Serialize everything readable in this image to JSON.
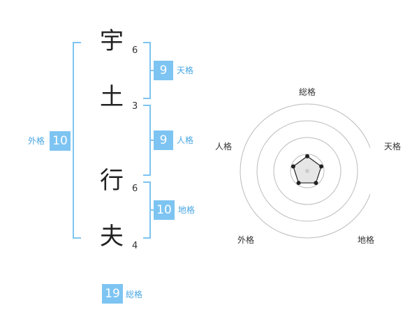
{
  "name": {
    "characters": [
      {
        "char": "宇",
        "strokes": "6"
      },
      {
        "char": "土",
        "strokes": "3"
      },
      {
        "char": "行",
        "strokes": "6"
      },
      {
        "char": "夫",
        "strokes": "4"
      }
    ]
  },
  "fortunes": {
    "tenkaku": {
      "value": "9",
      "label": "天格"
    },
    "jinkaku": {
      "value": "9",
      "label": "人格"
    },
    "chikaku": {
      "value": "10",
      "label": "地格"
    },
    "gaikaku": {
      "value": "10",
      "label": "外格"
    },
    "soukaku": {
      "value": "19",
      "label": "総格"
    }
  },
  "radar": {
    "axis_labels": [
      "総格",
      "天格",
      "地格",
      "外格",
      "人格"
    ],
    "levels": 4,
    "values": [
      0.22,
      0.22,
      0.22,
      0.22,
      0.22
    ],
    "colors": {
      "rings": "#bbbbbb",
      "fill": "#e6e6e6",
      "line": "#222222",
      "center": "#cccccc"
    }
  }
}
